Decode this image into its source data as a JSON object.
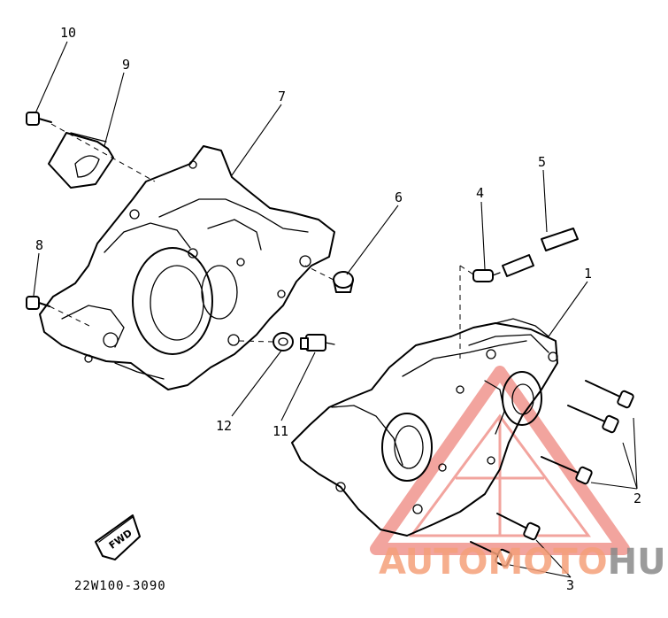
{
  "diagram": {
    "callouts": [
      {
        "id": "c10",
        "label": "10"
      },
      {
        "id": "c9",
        "label": "9"
      },
      {
        "id": "c7",
        "label": "7"
      },
      {
        "id": "c6",
        "label": "6"
      },
      {
        "id": "c5",
        "label": "5"
      },
      {
        "id": "c4",
        "label": "4"
      },
      {
        "id": "c1",
        "label": "1"
      },
      {
        "id": "c8",
        "label": "8"
      },
      {
        "id": "c2",
        "label": "2"
      },
      {
        "id": "c12",
        "label": "12"
      },
      {
        "id": "c11",
        "label": "11"
      },
      {
        "id": "c3",
        "label": "3"
      }
    ],
    "fwd_label": "FWD",
    "drawing_code": "22W100-3090"
  },
  "watermark": {
    "part1": "AUTO",
    "part2": "MOTO",
    "part3": "HUB",
    "color_main": "#f5a07a",
    "color_hub": "#8a8a8a"
  }
}
